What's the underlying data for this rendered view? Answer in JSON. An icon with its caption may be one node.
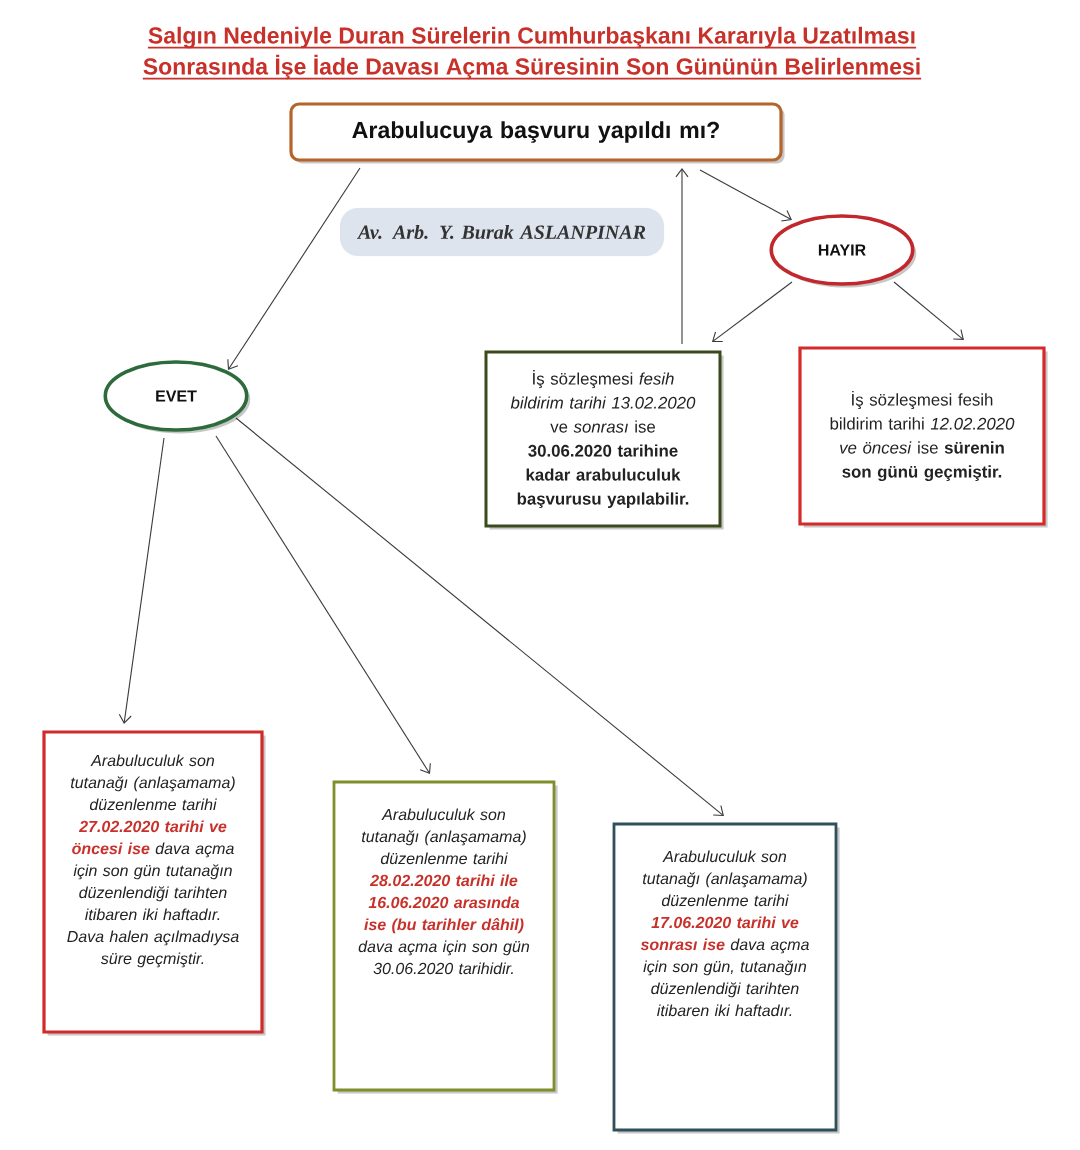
{
  "diagram": {
    "title": "Salgın Nedeniyle Duran Sürelerin Cumhurbaşkanı Kararıyla Uzatılması Sonrasında İşe İade Davası Açma Süresinin Son Gününün Belirlenmesi",
    "nodes": [
      {
        "text": [
          "Arabulucuya başvuru yapıldı mı?"
        ]
      },
      {
        "text": [
          "Av. Arb. Y. Burak ASLANPINAR"
        ]
      },
      {
        "text": [
          "HAYIR"
        ]
      },
      {
        "text": [
          "EVET"
        ]
      },
      {
        "text": [
          "İş sözleşmesi *fesih bildirim tarihi 13.02.2020* ve *sonrası* ise **30.06.2020 tarihine kadar arabuluculuk başvurusu yapılabilir.**"
        ]
      },
      {
        "text": [
          "İş sözleşmesi fesih bildirim tarihi *12.02.2020 ve öncesi* ise **sürenin son günü geçmiştir.**"
        ]
      },
      {
        "text": [
          "Arabuluculuk son tutanağı (anlaşamama) düzenlenme tarihi **27.02.2020 tarihi ve öncesi ise** dava açma için son gün tutanağın düzenlendiği tarihten itibaren iki haftadır. Dava halen açılmadıysa süre geçmiştir."
        ]
      },
      {
        "text": [
          "Arabuluculuk son tutanağı (anlaşamama) düzenlenme tarihi **28.02.2020 tarihi ile 16.06.2020 arasında ise (bu tarihler dâhil)** dava açma için son gün 30.06.2020 tarihidir."
        ]
      },
      {
        "text": [
          "Arabuluculuk son tutanağı (anlaşamama) düzenlenme tarihi **17.06.2020 tarihi ve sonrası ise** dava açma için son gün, tutanağın düzenlendiği tarihten itibaren iki haftadır."
        ]
      }
    ],
    "edges": [
      {
        "from": 0,
        "to": 3,
        "arrow": "to"
      },
      {
        "from": 0,
        "to": 2,
        "arrow": "to"
      },
      {
        "from": 2,
        "to": 4,
        "arrow": "to"
      },
      {
        "from": 2,
        "to": 5,
        "arrow": "to"
      },
      {
        "from": 4,
        "to": 0,
        "arrow": "to"
      },
      {
        "from": 3,
        "to": 6,
        "arrow": "to"
      },
      {
        "from": 3,
        "to": 7,
        "arrow": "to"
      },
      {
        "from": 3,
        "to": 8,
        "arrow": "to"
      }
    ]
  }
}
